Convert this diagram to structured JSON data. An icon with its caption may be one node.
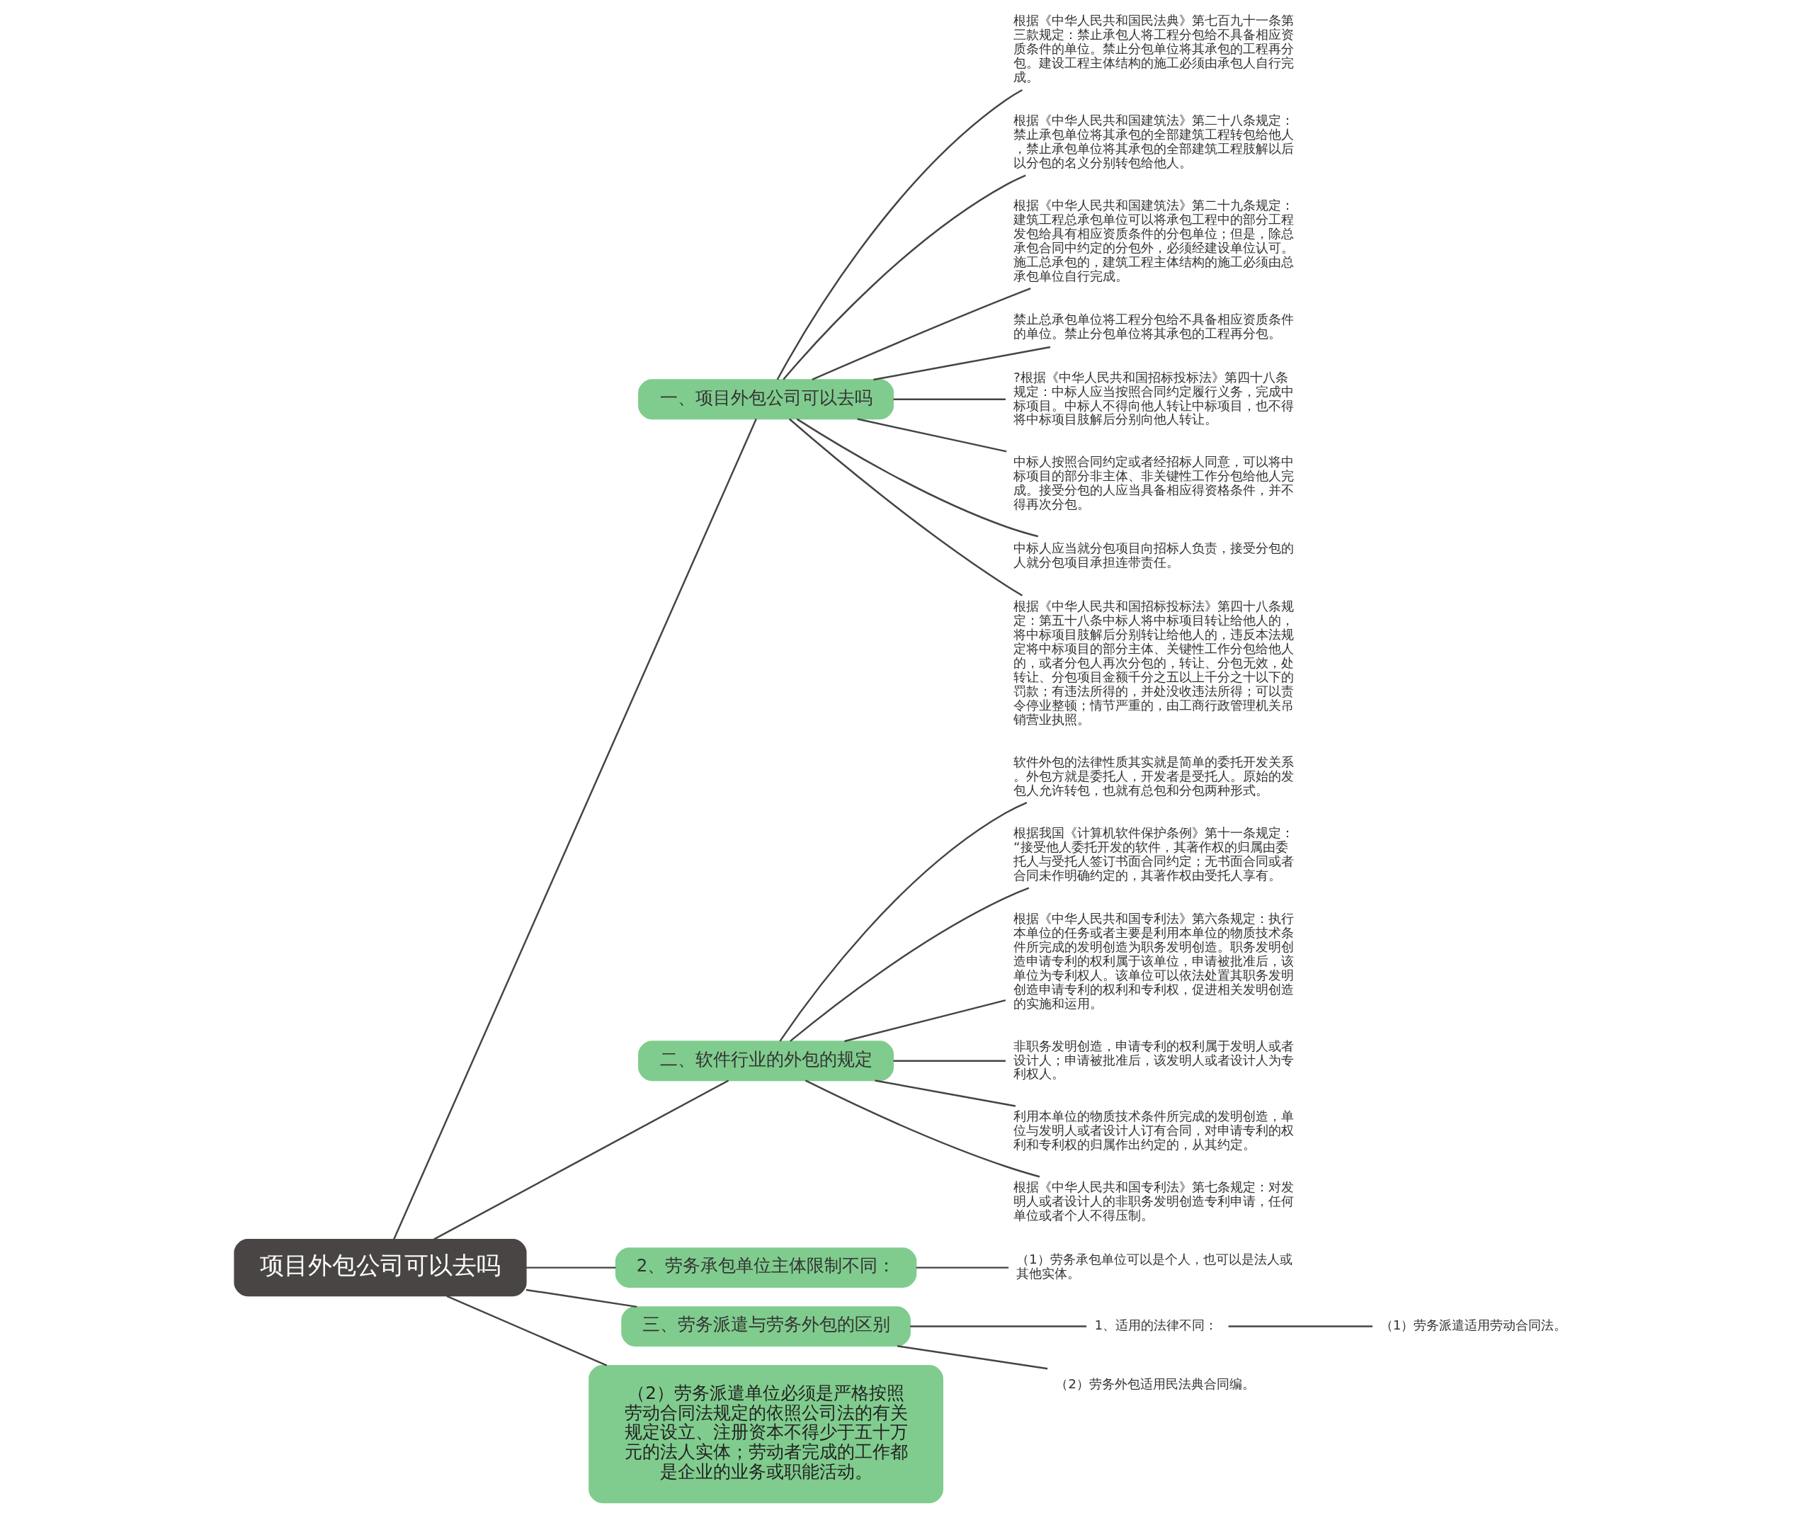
{
  "diagram": {
    "nodes": [
      {
        "text": [
          "项目外包公司可以去吗"
        ]
      },
      {
        "text": [
          "一、项目外包公司可以去吗"
        ]
      },
      {
        "text": [
          "根据《中华人民共和国民法典》第七百九十一条第三款规定：禁止承包人将工程分包给不具备相应资质条件的单位。禁止分包单位将其承包的工程再分包。建设工程主体结构的施工必须由承包人自行完成。"
        ]
      },
      {
        "text": [
          "根据《中华人民共和国建筑法》第二十八条规定：禁止承包单位将其承包的全部建筑工程转包给他人，禁止承包单位将其承包的全部建筑工程肢解以后以分包的名义分别转包给他人。"
        ]
      },
      {
        "text": [
          "根据《中华人民共和国建筑法》第二十九条规定：建筑工程总承包单位可以将承包工程中的部分工程发包给具有相应资质条件的分包单位；但是，除总承包合同中约定的分包外，必须经建设单位认可。施工总承包的，建筑工程主体结构的施工必须由总承包单位自行完成。"
        ]
      },
      {
        "text": [
          "禁止总承包单位将工程分包给不具备相应资质条件的单位。禁止分包单位将其承包的工程再分包。"
        ]
      },
      {
        "text": [
          "?根据《中华人民共和国招标投标法》第四十八条规定：中标人应当按照合同约定履行义务，完成中标项目。中标人不得向他人转让中标项目，也不得将中标项目肢解后分别向他人转让。"
        ]
      },
      {
        "text": [
          "中标人按照合同约定或者经招标人同意，可以将中标项目的部分非主体、非关键性工作分包给他人完成。接受分包的人应当具备相应得资格条件，并不得再次分包。"
        ]
      },
      {
        "text": [
          "中标人应当就分包项目向招标人负责，接受分包的人就分包项目承担连带责任。"
        ]
      },
      {
        "text": [
          "根据《中华人民共和国招标投标法》第四十八条规定：第五十八条中标人将中标项目转让给他人的，将中标项目肢解后分别转让给他人的，违反本法规定将中标项目的部分主体、关键性工作分包给他人的，或者分包人再次分包的，转让、分包无效，处转让、分包项目金额千分之五以上千分之十以下的罚款；有违法所得的，并处没收违法所得；可以责令停业整顿；情节严重的，由工商行政管理机关吊销营业执照。"
        ]
      },
      {
        "text": [
          "二、软件行业的外包的规定"
        ]
      },
      {
        "text": [
          "软件外包的法律性质其实就是简单的委托开发关系。外包方就是委托人，开发者是受托人。原始的发包人允许转包，也就有总包和分包两种形式。"
        ]
      },
      {
        "text": [
          "根据我国《计算机软件保护条例》第十一条规定：“接受他人委托开发的软件，其著作权的归属由委托人与受托人签订书面合同约定；无书面合同或者合同未作明确约定的，其著作权由受托人享有。"
        ]
      },
      {
        "text": [
          "根据《中华人民共和国专利法》第六条规定：执行本单位的任务或者主要是利用本单位的物质技术条件所完成的发明创造为职务发明创造。职务发明创造申请专利的权利属于该单位，申请被批准后，该单位为专利权人。该单位可以依法处置其职务发明创造申请专利的权利和专利权，促进相关发明创造的实施和运用。"
        ]
      },
      {
        "text": [
          "非职务发明创造，申请专利的权利属于发明人或者设计人；申请被批准后，该发明人或者设计人为专利权人。"
        ]
      },
      {
        "text": [
          "利用本单位的物质技术条件所完成的发明创造，单位与发明人或者设计人订有合同，对申请专利的权利和专利权的归属作出约定的，从其约定。"
        ]
      },
      {
        "text": [
          "根据《中华人民共和国专利法》第七条规定：对发明人或者设计人的非职务发明创造专利申请，任何单位或者个人不得压制。"
        ]
      },
      {
        "text": [
          "2、劳务承包单位主体限制不同："
        ]
      },
      {
        "text": [
          "（1）劳务承包单位可以是个人，也可以是法人或其他实体。"
        ]
      },
      {
        "text": [
          "三、劳务派遣与劳务外包的区别"
        ]
      },
      {
        "text": [
          "1、适用的法律不同："
        ]
      },
      {
        "text": [
          "（1）劳务派遣适用劳动合同法。"
        ]
      },
      {
        "text": [
          "（2）劳务外包适用民法典合同编。"
        ]
      },
      {
        "text": [
          "（2）劳务派遣单位必须是严格按照劳动合同法规定的依照公司法的有关规定设立、注册资本不得少于五十万元的法人实体；劳动者完成的工作都是企业的业务或职能活动。"
        ]
      }
    ],
    "edges": [
      {
        "from": 0,
        "to": 1,
        "arrow": "none"
      },
      {
        "from": 1,
        "to": 2,
        "arrow": "none"
      },
      {
        "from": 1,
        "to": 3,
        "arrow": "none"
      },
      {
        "from": 1,
        "to": 4,
        "arrow": "none"
      },
      {
        "from": 1,
        "to": 5,
        "arrow": "none"
      },
      {
        "from": 1,
        "to": 6,
        "arrow": "none"
      },
      {
        "from": 1,
        "to": 7,
        "arrow": "none"
      },
      {
        "from": 1,
        "to": 8,
        "arrow": "none"
      },
      {
        "from": 1,
        "to": 9,
        "arrow": "none"
      },
      {
        "from": 0,
        "to": 10,
        "arrow": "none"
      },
      {
        "from": 10,
        "to": 11,
        "arrow": "none"
      },
      {
        "from": 10,
        "to": 12,
        "arrow": "none"
      },
      {
        "from": 10,
        "to": 13,
        "arrow": "none"
      },
      {
        "from": 10,
        "to": 14,
        "arrow": "none"
      },
      {
        "from": 10,
        "to": 15,
        "arrow": "none"
      },
      {
        "from": 10,
        "to": 16,
        "arrow": "none"
      },
      {
        "from": 0,
        "to": 17,
        "arrow": "none"
      },
      {
        "from": 17,
        "to": 18,
        "arrow": "none"
      },
      {
        "from": 0,
        "to": 19,
        "arrow": "none"
      },
      {
        "from": 19,
        "to": 20,
        "arrow": "none"
      },
      {
        "from": 20,
        "to": 21,
        "arrow": "none"
      },
      {
        "from": 19,
        "to": 22,
        "arrow": "none"
      },
      {
        "from": 0,
        "to": 23,
        "arrow": "none"
      }
    ]
  }
}
